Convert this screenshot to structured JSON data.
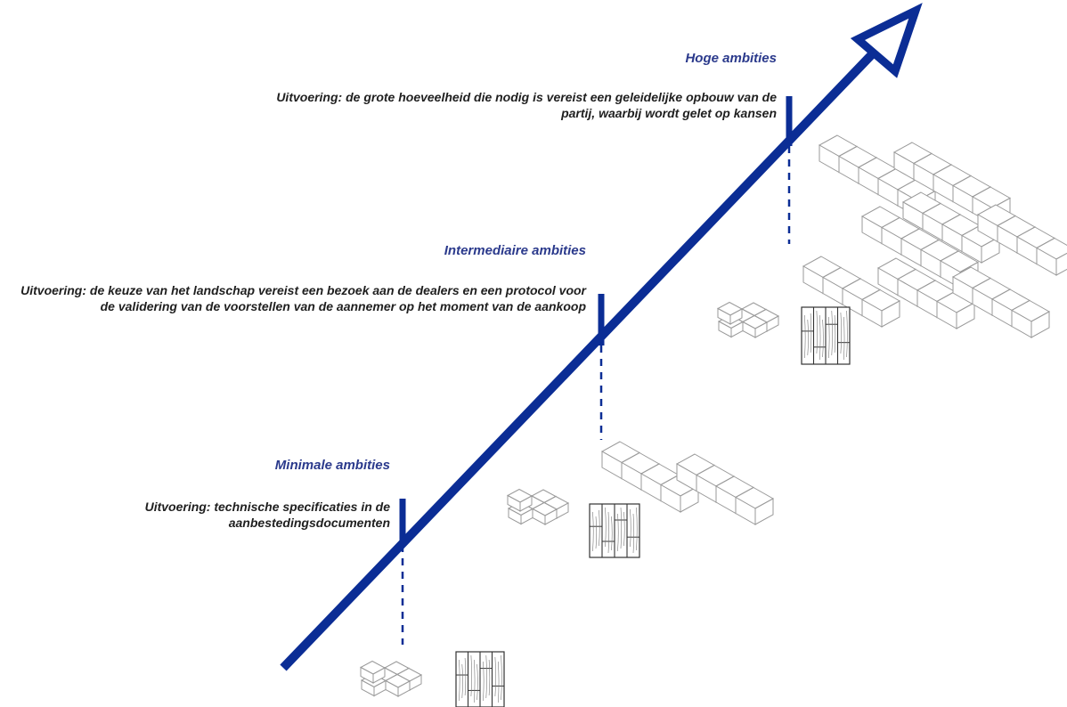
{
  "colors": {
    "accent": "#0b2d95",
    "heading": "#2b3a8c",
    "text": "#1f1f1f",
    "shape_stroke": "#9a9a9a"
  },
  "levels": [
    {
      "heading": "Hoge ambities",
      "description": "Uitvoering: de grote hoeveelheid die nodig is vereist een geleidelijke opbouw van de partij, waarbij wordt gelet op kansen"
    },
    {
      "heading": "Intermediaire ambities",
      "description": "Uitvoering: de keuze van het landschap vereist een bezoek aan de dealers en een protocol voor de validering van de voorstellen van de aannemer op het moment van de aankoop"
    },
    {
      "heading": "Minimale ambities",
      "description": "Uitvoering: technische specificaties in de aanbestedingsdocumenten"
    }
  ]
}
